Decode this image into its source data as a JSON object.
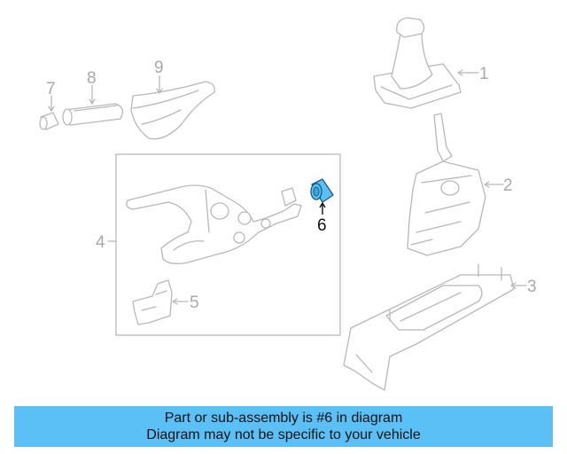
{
  "callouts": {
    "c1": "1",
    "c2": "2",
    "c3": "3",
    "c4": "4",
    "c5": "5",
    "c6": "6",
    "c7": "7",
    "c8": "8",
    "c9": "9"
  },
  "highlighted_part": "6",
  "colors": {
    "highlight": "#5bc0f5",
    "line_art": "#b8b8b8",
    "banner_bg": "#5bc0f5"
  },
  "banner": {
    "line1": "Part or sub-assembly is #6 in diagram",
    "line2": "Diagram may not be specific to your vehicle"
  }
}
